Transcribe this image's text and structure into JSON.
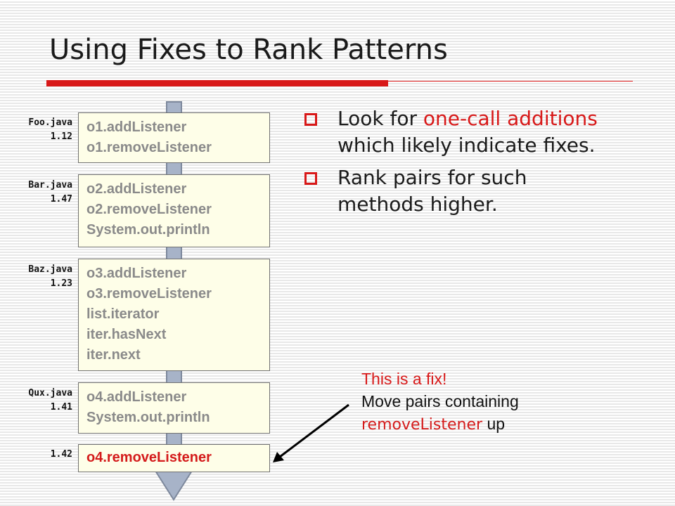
{
  "slide": {
    "title": "Using Fixes to Rank Patterns"
  },
  "colors": {
    "accent_red": "#d81818",
    "box_fill": "#fefee8",
    "arrow_fill": "#a7b3c8",
    "method_gray": "#8a8a8a"
  },
  "commits": [
    {
      "file": "Foo.java",
      "version": "1.12",
      "methods": [
        "o1.addListener",
        "o1.removeListener"
      ]
    },
    {
      "file": "Bar.java",
      "version": "1.47",
      "methods": [
        "o2.addListener",
        "o2.removeListener",
        "System.out.println"
      ]
    },
    {
      "file": "Baz.java",
      "version": "1.23",
      "methods": [
        "o3.addListener",
        "o3.removeListener",
        "list.iterator",
        "iter.hasNext",
        "iter.next"
      ]
    },
    {
      "file": "Qux.java",
      "version": "1.41",
      "methods": [
        "o4.addListener",
        "System.out.println"
      ]
    },
    {
      "file": "",
      "version": "1.42",
      "methods": [
        "o4.removeListener"
      ]
    }
  ],
  "bullets": [
    {
      "before": "Look for ",
      "highlight": "one-call additions",
      "after": " which likely indicate fixes."
    },
    {
      "before": "Rank pairs for such methods higher.",
      "highlight": "",
      "after": ""
    }
  ],
  "callout": {
    "heading": "This is a fix!",
    "line1": "Move pairs containing",
    "code": "removeListener",
    "suffix": " up"
  }
}
